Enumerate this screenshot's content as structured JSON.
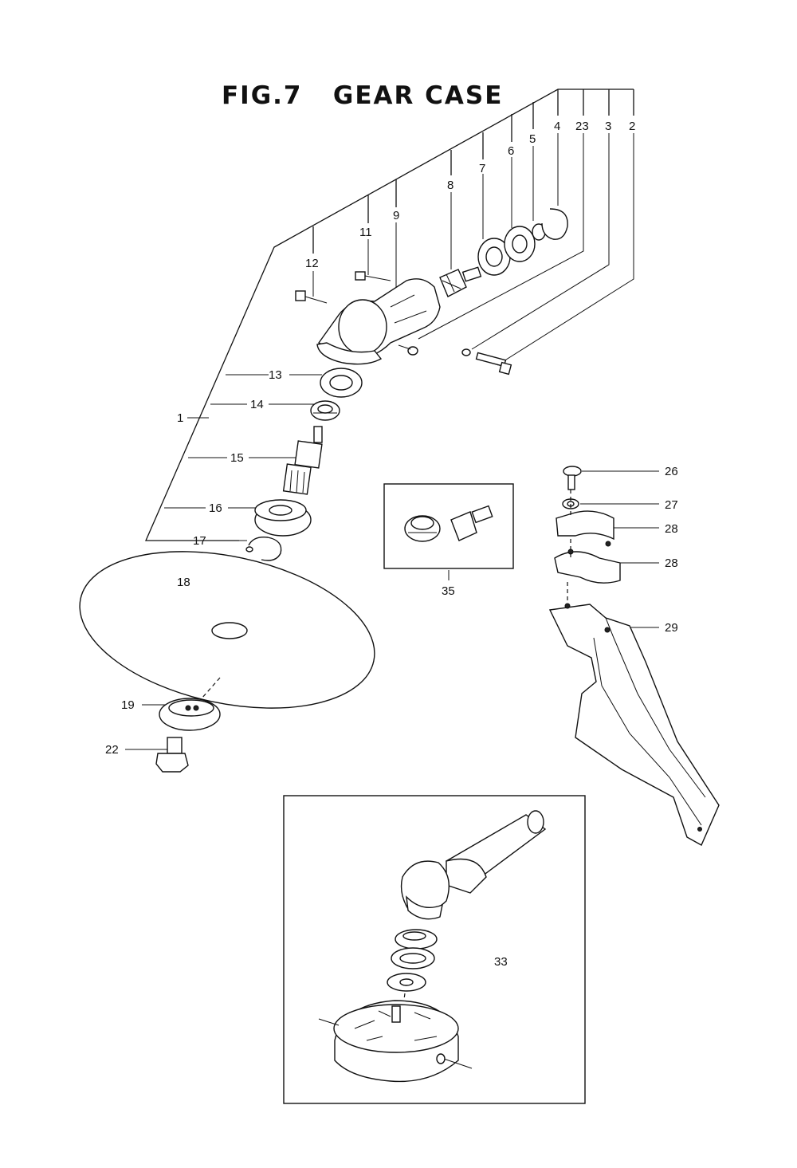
{
  "title": "FIG.7   GEAR CASE",
  "callouts": {
    "c1": "1",
    "c2": "2",
    "c3": "3",
    "c4": "4",
    "c5": "5",
    "c6": "6",
    "c7": "7",
    "c8": "8",
    "c9": "9",
    "c11": "11",
    "c12": "12",
    "c13": "13",
    "c14": "14",
    "c15": "15",
    "c16": "16",
    "c17": "17",
    "c18": "18",
    "c19": "19",
    "c22": "22",
    "c23": "23",
    "c26": "26",
    "c27": "27",
    "c28a": "28",
    "c28b": "28",
    "c29": "29",
    "c33": "33",
    "c35": "35"
  }
}
